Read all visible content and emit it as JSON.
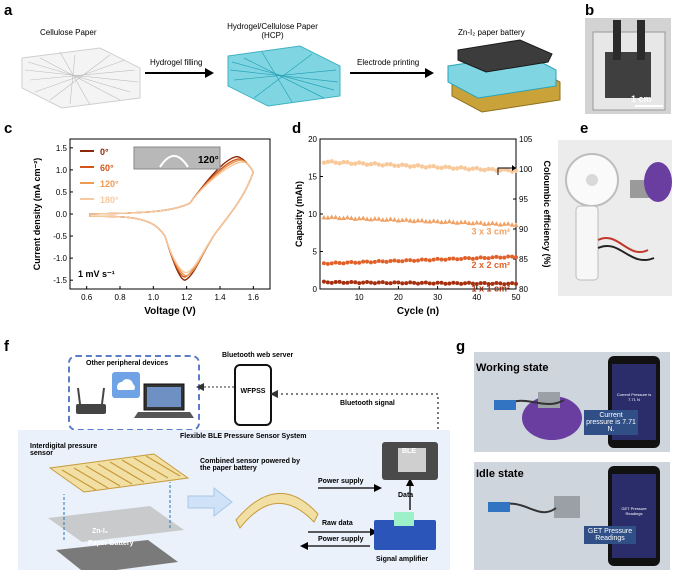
{
  "panels": {
    "a": "a",
    "b": "b",
    "c": "c",
    "d": "d",
    "e": "e",
    "f": "f",
    "g": "g"
  },
  "panel_a": {
    "cellulose": "Cellulose Paper",
    "hcp": "Hydrogel/Cellulose Paper (HCP)",
    "battery": "Zn-I₂ paper battery",
    "step1": "Hydrogel filling",
    "step2": "Electrode printing"
  },
  "panel_b": {
    "scale": "1 cm"
  },
  "panel_f": {
    "peripheral": "Other peripheral devices",
    "server": "Bluetooth web server",
    "phone_text": "WFPSS",
    "bt_signal": "Bluetooth signal",
    "system": "Flexible BLE Pressure Sensor System",
    "sensor": "Interdigital pressure sensor",
    "combined": "Combined sensor powered by the paper battery",
    "power1": "Power supply",
    "data": "Data",
    "raw": "Raw data",
    "power2": "Power supply",
    "amp": "Signal amplifier",
    "ble": "BLE",
    "zn": "Zn-I₂",
    "pb": "Paper Battery"
  },
  "panel_g": {
    "working": "Working state",
    "working_msg": "Current pressure is 7.71 N.",
    "idle": "Idle state",
    "idle_msg": "GET Pressure Readings",
    "phone_working": "Current Pressure is 7.71 N",
    "phone_idle": "GET Pressure Readings"
  },
  "colors": {
    "deg0": "#8b2a0a",
    "deg60": "#d2561b",
    "deg120": "#ee9a52",
    "deg180": "#f6c9a0",
    "cap1": "#a5300f",
    "cap2": "#e0622a",
    "cap3": "#f0a163",
    "ce": "#f8c99a",
    "hcp_blue": "#4fc3d6",
    "phone_blue": "#2f4f86",
    "dashed": "#5b7cc7"
  },
  "chart_data": [
    {
      "type": "line",
      "panel": "c",
      "xlabel": "Voltage (V)",
      "ylabel": "Current density (mA cm⁻²)",
      "xlim": [
        0.5,
        1.7
      ],
      "ylim": [
        -1.7,
        1.7
      ],
      "xticks": [
        "0.6",
        "0.8",
        "1.0",
        "1.2",
        "1.4",
        "1.6"
      ],
      "yticks": [
        "-1.5",
        "-1.0",
        "-0.5",
        "0.0",
        "0.5",
        "1.0",
        "1.5"
      ],
      "annotation": "1 mV s⁻¹",
      "inset_label": "120°",
      "legend": [
        "0°",
        "60°",
        "120°",
        "180°"
      ],
      "series": [
        {
          "name": "0°",
          "peak_ox": [
            1.5,
            1.3
          ],
          "peak_red": [
            1.19,
            -1.5
          ]
        },
        {
          "name": "60°",
          "peak_ox": [
            1.51,
            1.25
          ],
          "peak_red": [
            1.19,
            -1.43
          ]
        },
        {
          "name": "120°",
          "peak_ox": [
            1.52,
            1.22
          ],
          "peak_red": [
            1.2,
            -1.4
          ]
        },
        {
          "name": "180°",
          "peak_ox": [
            1.53,
            1.18
          ],
          "peak_red": [
            1.2,
            -1.33
          ]
        }
      ]
    },
    {
      "type": "scatter",
      "panel": "d",
      "xlabel": "Cycle (n)",
      "ylabel": "Capacity (mAh)",
      "y2label": "Coloumbic efficiency (%)",
      "xlim": [
        0,
        50
      ],
      "ylim": [
        0,
        20
      ],
      "y2lim": [
        80,
        105
      ],
      "xticks": [
        "10",
        "20",
        "30",
        "40",
        "50"
      ],
      "yticks": [
        "0",
        "5",
        "10",
        "15",
        "20"
      ],
      "y2ticks": [
        "80",
        "85",
        "90",
        "95",
        "100",
        "105"
      ],
      "series": [
        {
          "name": "1 x 1 cm²",
          "start": 0.9,
          "end": 0.7
        },
        {
          "name": "2 x 2 cm²",
          "start": 3.4,
          "end": 4.3
        },
        {
          "name": "3 x 3 cm²",
          "start": 9.6,
          "end": 8.6
        },
        {
          "name": "Coloumbic efficiency",
          "start": 101.2,
          "end": 99.7
        }
      ]
    }
  ]
}
